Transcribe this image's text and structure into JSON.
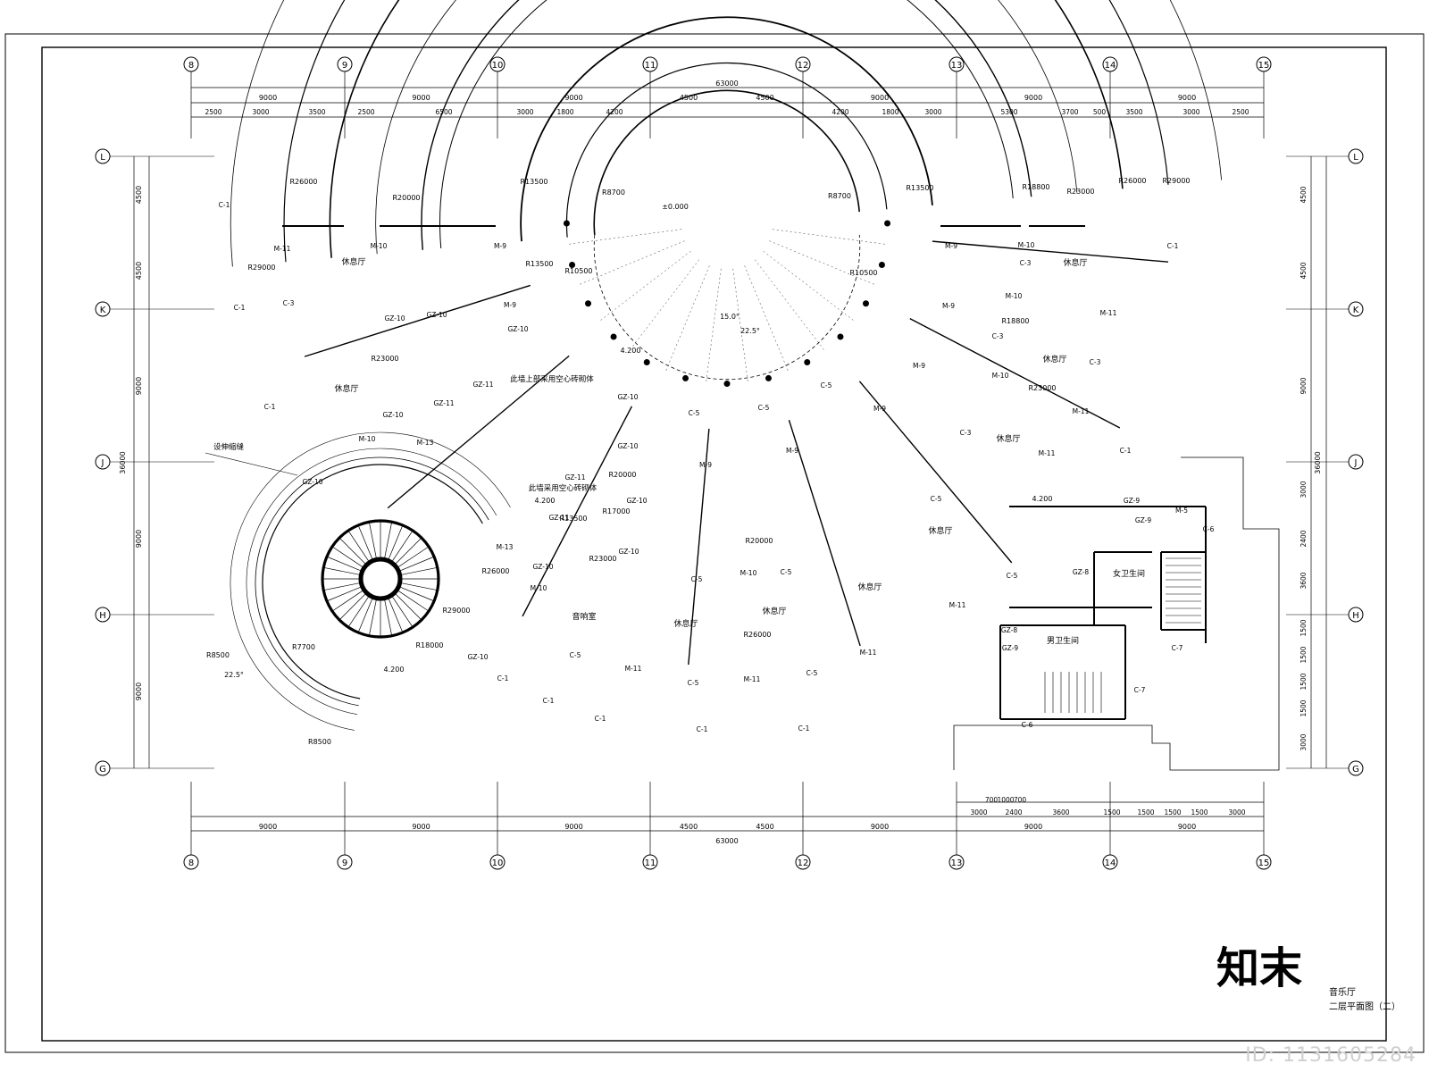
{
  "axes": {
    "columns": [
      "8",
      "9",
      "10",
      "11",
      "12",
      "13",
      "14",
      "15"
    ],
    "rows": [
      "L",
      "K",
      "J",
      "H",
      "G"
    ]
  },
  "dims": {
    "top_total": "63000",
    "bottom_total": "63000",
    "top_row1": [
      "9000",
      "9000",
      "9000",
      "4500",
      "4500",
      "9000",
      "9000",
      "9000"
    ],
    "top_row2": [
      "2500",
      "3000",
      "3500",
      "2500",
      "6500",
      "3000",
      "1800",
      "4200",
      "4200",
      "1800",
      "3000",
      "5300",
      "3700",
      "500",
      "3500",
      "3000",
      "2500"
    ],
    "bottom_row1": [
      "9000",
      "9000",
      "9000",
      "4500",
      "4500",
      "9000",
      "9000",
      "9000"
    ],
    "bottom_row2": [
      "700",
      "1000",
      "700",
      "3000",
      "2400",
      "3600",
      "1500",
      "1500",
      "1500",
      "1500",
      "3000"
    ],
    "left_total": "36000",
    "left": [
      "4500",
      "4500",
      "9000",
      "9000",
      "9000"
    ],
    "right_total": "36000",
    "right": [
      "4500",
      "4500",
      "9000",
      "3000",
      "2400",
      "3600",
      "1500",
      "1500",
      "1500",
      "1500",
      "3000"
    ]
  },
  "radii": [
    "R26000",
    "R20000",
    "R13500",
    "R8700",
    "R8700",
    "R13500",
    "R18800",
    "R23000",
    "R26000",
    "R29000",
    "R29000",
    "R23000",
    "R10500",
    "R10500",
    "R13500",
    "R18800",
    "R23000",
    "R20000",
    "R17000",
    "R13500",
    "R23000",
    "R26000",
    "R29000",
    "R7700",
    "R8500",
    "R8500",
    "R18000",
    "R20000",
    "R26000"
  ],
  "angles": [
    "15.0°",
    "22.5°",
    "22.5°"
  ],
  "levels": [
    "±0.000",
    "4.200",
    "4.200",
    "4.200",
    "4.200"
  ],
  "rooms": {
    "rest": "休息厅",
    "sound": "音响室",
    "female_wc": "女卫生间",
    "male_wc": "男卫生间"
  },
  "notes": {
    "upper_hollow": "此墙上部采用空心砖砌体",
    "hollow": "此墙采用空心砖砌体",
    "expansion": "设伸缩缝"
  },
  "tags": {
    "column": "GZ-10",
    "column11": "GZ-11",
    "column8": "GZ-8",
    "column9": "GZ-9",
    "window1": "C-1",
    "window3": "C-3",
    "window5": "C-5",
    "window6": "C-6",
    "window7": "C-7",
    "door9": "M-9",
    "door10": "M-10",
    "door11": "M-11",
    "door13": "M-13",
    "door5": "M-5"
  },
  "title_block": {
    "name": "音乐厅",
    "subtitle": "二层平面图（二）"
  },
  "watermark": {
    "brand": "知末",
    "id": "ID: 1131605284"
  }
}
